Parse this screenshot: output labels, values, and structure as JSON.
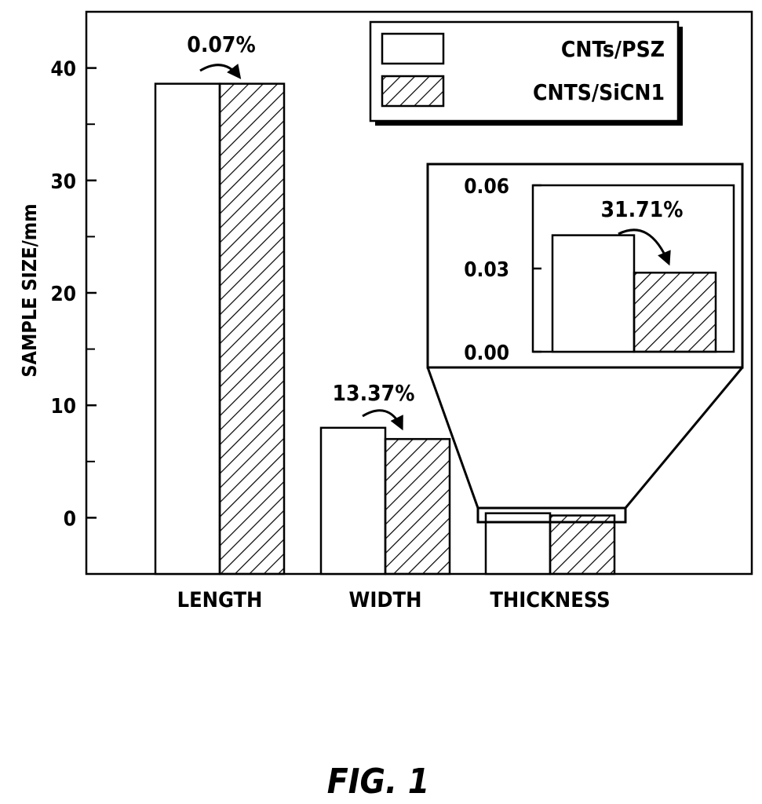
{
  "chart_data": [
    {
      "type": "bar",
      "categories": [
        "LENGTH",
        "WIDTH",
        "THICKNESS"
      ],
      "series": [
        {
          "name": "CNTs/PSZ",
          "values": [
            38.6,
            8.0,
            0.4
          ],
          "pattern": "none"
        },
        {
          "name": "CNTS/SiCN1",
          "values": [
            38.6,
            7.0,
            0.2
          ],
          "pattern": "hatch"
        }
      ],
      "xlabel": "",
      "ylabel": "SAMPLE SIZE/mm",
      "ylim": [
        -5,
        45
      ],
      "yticks": [
        0,
        10,
        20,
        30,
        40
      ],
      "annotations": [
        "0.07%",
        "13.37%"
      ],
      "legend": "top-right",
      "grid": false
    },
    {
      "type": "bar",
      "inset_of": "THICKNESS",
      "series": [
        {
          "name": "CNTs/PSZ",
          "values": [
            0.042
          ],
          "pattern": "none"
        },
        {
          "name": "CNTS/SiCN1",
          "values": [
            0.0285
          ],
          "pattern": "hatch"
        }
      ],
      "ylim": [
        0.0,
        0.06
      ],
      "yticks": [
        "0.00",
        "0.03",
        "0.06"
      ],
      "annotations": [
        "31.71%"
      ]
    }
  ],
  "caption": "FIG. 1",
  "colors": {
    "ink": "#000000",
    "paper": "#ffffff"
  }
}
